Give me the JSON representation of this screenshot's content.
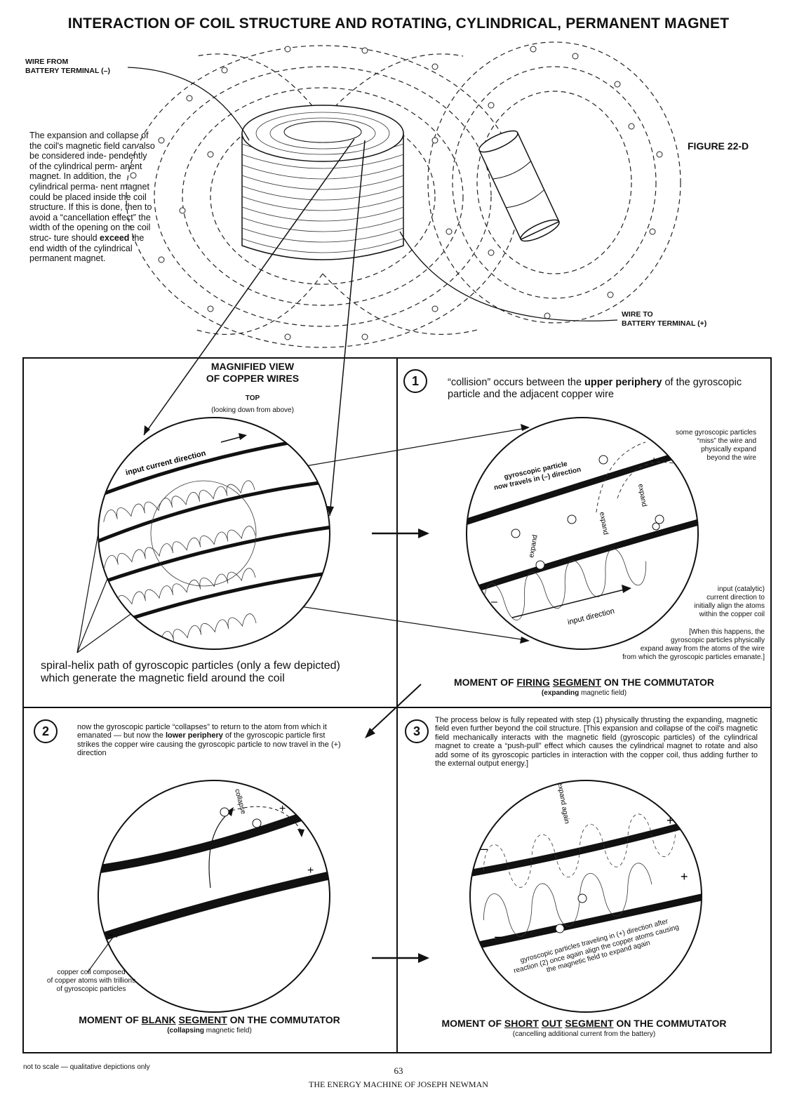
{
  "title": "INTERACTION OF COIL STRUCTURE AND ROTATING, CYLINDRICAL, PERMANENT MAGNET",
  "figure_label": "FIGURE 22-D",
  "wire_neg": "WIRE FROM\nBATTERY TERMINAL (–)",
  "wire_pos": "WIRE TO\nBATTERY TERMINAL (+)",
  "side_text_1": "The expansion and collapse of the coil's magnetic field can also be considered inde- pendently of the cylindrical perm- anent magnet. In addition, the cylindrical perma- nent magnet could be placed inside the coil structure. If this is done, then to avoid a “cancellation effect” the width of the opening on the coil struc- ture should ",
  "side_text_bold": "exceed",
  "side_text_2": " the end width of the cylindrical permanent magnet.",
  "magnified": {
    "title": "MAGNIFIED VIEW\nOF COPPER WIRES",
    "top": "TOP",
    "top_note": "(looking down from above)",
    "current_label": "input current direction",
    "helix_caption": "spiral-helix path of gyroscopic particles (only a few depicted)\nwhich generate the magnetic field around the coil"
  },
  "step1": {
    "num": "1",
    "text_a": "“collision” occurs between the ",
    "text_bold": "upper periphery",
    "text_b": " of the gyroscopic particle and the adjacent copper wire",
    "miss_note": "some gyroscopic particles\n“miss” the wire and\nphysically expand\nbeyond the wire",
    "particle_label": "gyroscopic particle\nnow travels in (–) direction",
    "expand": "expand",
    "input_note": "input (catalytic)\ncurrent direction to\ninitially align the atoms\nwithin the copper coil",
    "input_direction": "input  direction",
    "bracket_note": "[When this happens, the\ngyroscopic particles physically\nexpand away from the atoms of the wire\nfrom which the gyroscopic particles emanate.]",
    "caption_a": "MOMENT OF ",
    "caption_u1": "FIRING",
    "caption_u2": "SEGMENT",
    "caption_b": " ON THE COMMUTATOR",
    "sub_bold": "(expanding",
    "sub_rest": " magnetic field)"
  },
  "step2": {
    "num": "2",
    "text_a": "now the gyroscopic particle “collapses” to return to the atom from which it emanated — but now the ",
    "text_bold": "lower periphery",
    "text_b": " of the gyroscopic particle first strikes the copper wire causing the gyroscopic particle to now travel in the (+) direction",
    "collapse": "collapse",
    "coil_note": "copper coil composed\nof copper atoms with trillions\nof gyroscopic particles",
    "caption_a": "MOMENT OF ",
    "caption_u1": "BLANK",
    "caption_u2": "SEGMENT",
    "caption_b": " ON THE COMMUTATOR",
    "sub_bold": "(collapsing",
    "sub_rest": " magnetic field)"
  },
  "step3": {
    "num": "3",
    "text": "The process below is fully repeated with step (1) physically thrusting the expanding, magnetic field even further beyond the coil structure. [This expansion and collapse of the coil's magnetic field mechanically interacts with the magnetic field (gyroscopic particles) of the cylindrical magnet to create a “push-pull” effect which causes the cylindrical magnet to rotate and also add some of its gyroscopic particles in interaction with the copper coil, thus adding further to the external output energy.]",
    "expand_again": "expand again",
    "arc_note": "gyroscopic particles traveling in (+) direction after reaction (2) once again align the copper atoms causing the magnetic field to expand again",
    "caption_a": "MOMENT OF ",
    "caption_u1": "SHORT",
    "caption_u2": "OUT",
    "caption_u3": "SEGMENT",
    "caption_b": " ON THE COMMUTATOR",
    "sub": "(cancelling additional current from the battery)"
  },
  "footer": {
    "note": "not to scale — qualitative depictions only",
    "page": "63",
    "book": "THE ENERGY MACHINE OF JOSEPH NEWMAN"
  },
  "signs": {
    "plus": "+",
    "minus": "–"
  }
}
